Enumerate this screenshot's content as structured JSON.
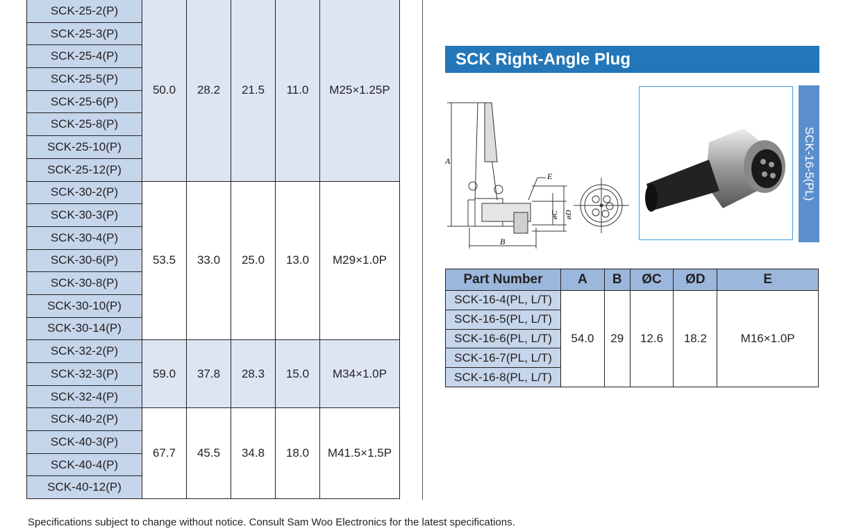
{
  "left_table": {
    "groups": [
      {
        "parts": [
          "SCK-25-2(P)",
          "SCK-25-3(P)",
          "SCK-25-4(P)",
          "SCK-25-5(P)",
          "SCK-25-6(P)",
          "SCK-25-8(P)",
          "SCK-25-10(P)",
          "SCK-25-12(P)"
        ],
        "a": "50.0",
        "b": "28.2",
        "c": "21.5",
        "d": "11.0",
        "e": "M25×1.25P"
      },
      {
        "parts": [
          "SCK-30-2(P)",
          "SCK-30-3(P)",
          "SCK-30-4(P)",
          "SCK-30-6(P)",
          "SCK-30-8(P)",
          "SCK-30-10(P)",
          "SCK-30-14(P)"
        ],
        "a": "53.5",
        "b": "33.0",
        "c": "25.0",
        "d": "13.0",
        "e": "M29×1.0P"
      },
      {
        "parts": [
          "SCK-32-2(P)",
          "SCK-32-3(P)",
          "SCK-32-4(P)"
        ],
        "a": "59.0",
        "b": "37.8",
        "c": "28.3",
        "d": "15.0",
        "e": "M34×1.0P"
      },
      {
        "parts": [
          "SCK-40-2(P)",
          "SCK-40-3(P)",
          "SCK-40-4(P)",
          "SCK-40-12(P)"
        ],
        "a": "67.7",
        "b": "45.5",
        "c": "34.8",
        "d": "18.0",
        "e": "M41.5×1.5P"
      }
    ]
  },
  "section": {
    "title": "SCK Right-Angle Plug",
    "photo_label": "SCK-16-5(PL)",
    "drawing_labels": {
      "a": "A",
      "b": "B",
      "c": "øC",
      "d": "øD",
      "e": "E"
    }
  },
  "right_table": {
    "headers": [
      "Part Number",
      "A",
      "B",
      "ØC",
      "ØD",
      "E"
    ],
    "parts": [
      "SCK-16-4(PL, L/T)",
      "SCK-16-5(PL, L/T)",
      "SCK-16-6(PL, L/T)",
      "SCK-16-7(PL, L/T)",
      "SCK-16-8(PL, L/T)"
    ],
    "a": "54.0",
    "b": "29",
    "c": "12.6",
    "d": "18.2",
    "e": "M16×1.0P"
  },
  "footer": "Specifications subject to change without notice. Consult Sam Woo Electronics for the latest specifications."
}
